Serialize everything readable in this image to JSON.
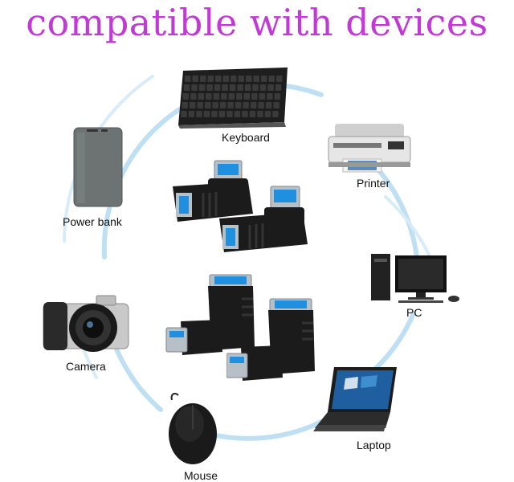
{
  "header": {
    "title": "compatible with devices"
  },
  "devices": {
    "keyboard": {
      "label": "Keyboard",
      "icon": "keyboard-icon"
    },
    "printer": {
      "label": "Printer",
      "icon": "printer-icon"
    },
    "power_bank": {
      "label": "Power bank",
      "icon": "power-bank-icon"
    },
    "pc": {
      "label": "PC",
      "icon": "desktop-pc-icon"
    },
    "camera": {
      "label": "Camera",
      "icon": "camera-icon"
    },
    "laptop": {
      "label": "Laptop",
      "icon": "laptop-icon"
    },
    "mouse": {
      "label": "Mouse",
      "icon": "mouse-icon"
    }
  },
  "products": [
    {
      "icon": "usb-right-angle-adapter-icon"
    },
    {
      "icon": "usb-right-angle-adapter-icon"
    },
    {
      "icon": "usb-up-angle-adapter-icon"
    },
    {
      "icon": "usb-up-angle-adapter-icon"
    }
  ],
  "colors": {
    "title": "#c23ad6",
    "ring": "#b9def2",
    "usb_blue": "#1f8fe0",
    "adapter_body": "#1b1b1b"
  }
}
